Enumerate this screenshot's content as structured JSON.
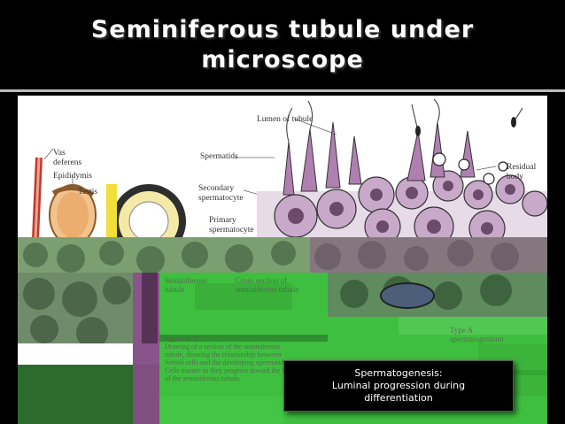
{
  "slide": {
    "title": "Seminiferous tubule  under microscope"
  },
  "figure": {
    "labels": {
      "lumen": "Lumen of tubule",
      "vas_deferens": "Vas\ndeferens",
      "epididymis": "Epididymis",
      "testis": "Testis",
      "spermatids": "Spermatids",
      "secondary_spermatocyte": "Secondary\nspermatocyte",
      "primary_spermatocyte": "Primary\nspermatocyte",
      "residual_body": "Residual\nbody"
    },
    "faded_labels": {
      "seminiferous_tubule": "Seminiferous\ntubule",
      "cross_section": "Cross section of\nseminiferous tubule",
      "spermatogonium_type_a": "Type A\nspermatogonium",
      "figure_caption": "Figure 40.17\nDrawing of a section of the seminiferous\ntubule, showing the relationship between\nSertoli cells and the developing spermatids.\nCells mature as they progress toward the lumen\nof the seminiferous tubule."
    }
  },
  "caption": {
    "text": "Spermatogenesis:\nLuminal progression during\ndifferentiation"
  },
  "colors": {
    "title_bg": "#000000",
    "title_text": "#ffffff",
    "glitch_green": "#3fbf3f",
    "glitch_purple": "#8d4a8e",
    "cell_mauve": "#c8a9c9"
  }
}
